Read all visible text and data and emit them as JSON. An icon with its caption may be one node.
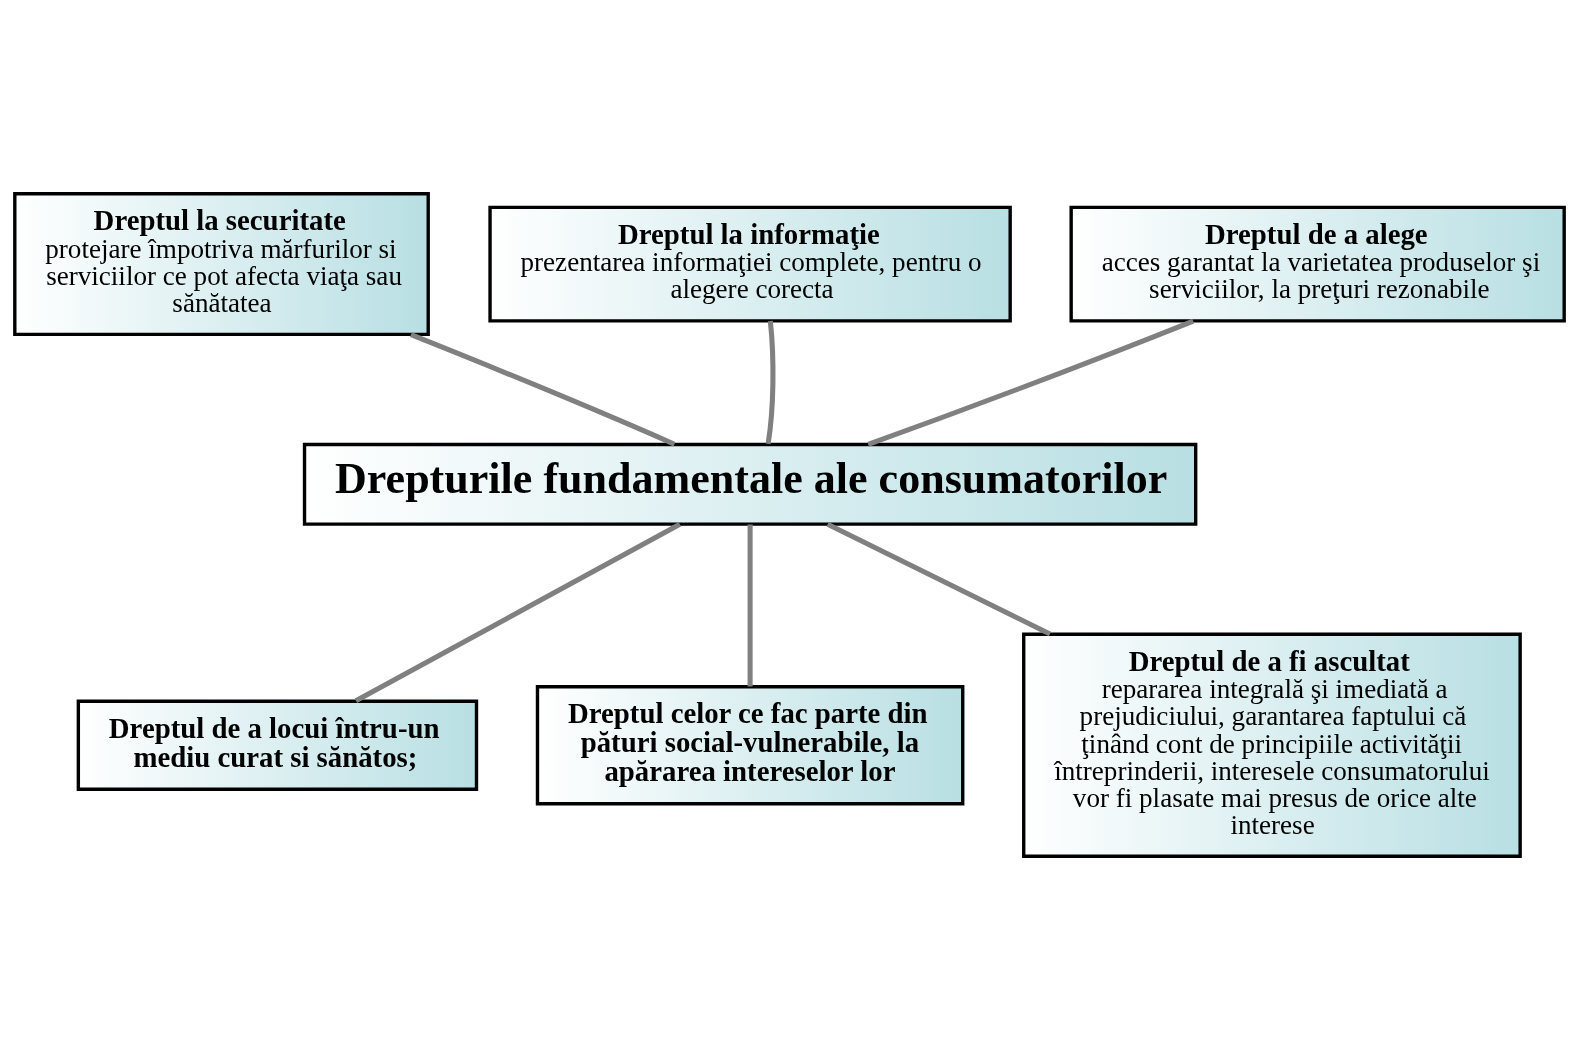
{
  "diagram": {
    "nodes": [
      {
        "text": [
          "Dreptul la securitate",
          "protejare împotriva mărfurilor si serviciilor ce pot afecta viaţa sau sănătatea"
        ]
      },
      {
        "text": [
          "Dreptul la informaţie",
          "prezentarea informaţiei complete, pentru o alegere corecta"
        ]
      },
      {
        "text": [
          "Dreptul de a alege",
          "acces garantat la varietatea produselor şi serviciilor, la preţuri rezonabile"
        ]
      },
      {
        "text": [
          "Drepturile fundamentale ale consumatorilor"
        ]
      },
      {
        "text": [
          "Dreptul de a locui întru-un mediu curat si sănătos;"
        ]
      },
      {
        "text": [
          "Dreptul celor ce fac parte din pături social-vulnerabile, la apărarea intereselor lor"
        ]
      },
      {
        "text": [
          "Dreptul de a fi ascultat",
          "repararea integrală şi imediată a prejudiciului, garantarea faptului că ţinând cont de principiile activităţii întreprinderii, interesele consumatorului vor fi plasate mai presus de orice alte interese"
        ]
      }
    ],
    "edges": [
      {
        "from": 3,
        "to": 0,
        "arrow": "none"
      },
      {
        "from": 3,
        "to": 1,
        "arrow": "none"
      },
      {
        "from": 3,
        "to": 2,
        "arrow": "none"
      },
      {
        "from": 3,
        "to": 4,
        "arrow": "none"
      },
      {
        "from": 3,
        "to": 5,
        "arrow": "none"
      },
      {
        "from": 3,
        "to": 6,
        "arrow": "none"
      }
    ]
  }
}
